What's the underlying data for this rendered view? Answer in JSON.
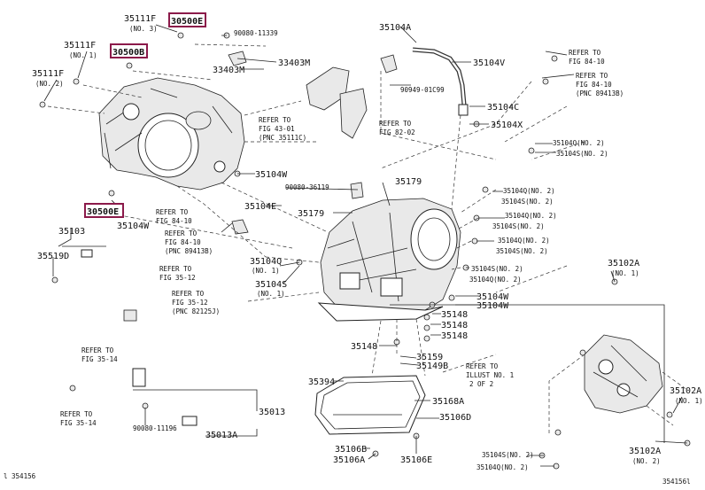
{
  "highlighted": [
    "30500E",
    "30500B",
    "30500E"
  ],
  "labels": {
    "p35111F_a": "35111F",
    "p35111F_a_n": "(NO. 3)",
    "p35111F_b": "35111F",
    "p35111F_b_n": "(NO. 1)",
    "p35111F_c": "35111F",
    "p35111F_c_n": "(NO. 2)",
    "p90080_11339": "90080-11339",
    "p33403M_a": "33403M",
    "p33403M_b": "33403M",
    "p35104A": "35104A",
    "p35104V": "35104V",
    "p90949": "90949-01C99",
    "p35104C": "35104C",
    "p35104X": "35104X",
    "ref84_10_a1": "REFER TO",
    "ref84_10_a2": "FIG 84-10",
    "ref84_10_b1": "REFER TO",
    "ref84_10_b2": "FIG 84-10",
    "ref84_10_b3": "(PNC 89413B)",
    "ref43_1": "REFER TO",
    "ref43_2": "FIG 43-01",
    "ref43_3": "(PNC 35111C)",
    "ref82_1": "REFER TO",
    "ref82_2": "FIG 82-02",
    "p35104Q_2": "35104Q(NO. 2)",
    "p35104S_2": "35104S(NO. 2)",
    "p35104W_a": "35104W",
    "p90080_36119": "90080-36119",
    "p35104E": "35104E",
    "p35179_a": "35179",
    "p35179_b": "35179",
    "r1": "35104Q(NO. 2)",
    "r2": "35104S(NO. 2)",
    "r3": "35104Q(NO. 2)",
    "r4": "35104S(NO. 2)",
    "r5": "35104Q(NO. 2)",
    "r6": "35104S(NO. 2)",
    "r7": "35104S(NO. 2)",
    "r8": "35104Q(NO. 2)",
    "p35104W_b": "35104W",
    "p35104W_c": "35104W",
    "p35104W_d": "35104W",
    "refA1": "REFER TO",
    "refA2": "FIG 84-10",
    "refB1": "REFER TO",
    "refB2": "FIG 84-10",
    "refB3": "(PNC 89413B)",
    "p35103": "35103",
    "p35519D": "35519D",
    "refC1": "REFER TO",
    "refC2": "FIG 35-12",
    "refD1": "REFER TO",
    "refD2": "FIG 35-12",
    "refD3": "(PNC 82125J)",
    "p35104Q_1": "35104Q",
    "p35104Q_1n": "(NO. 1)",
    "p35104S_1": "35104S",
    "p35104S_1n": "(NO. 1)",
    "p35148_a": "35148",
    "p35148_b": "35148",
    "p35148_c": "35148",
    "p35148_d": "35148",
    "p35159": "35159",
    "p35149B": "35149B",
    "refE1": "REFER TO",
    "refE2": "ILLUST NO. 1",
    "refE3": "2 OF 2",
    "refF1": "REFER TO",
    "refF2": "FIG 35-14",
    "refG1": "REFER TO",
    "refG2": "FIG 35-14",
    "p90080_11196": "90080-11196",
    "p35013": "35013",
    "p35013A": "35013A",
    "p35394": "35394",
    "p35168A": "35168A",
    "p35106D": "35106D",
    "p35106B": "35106B",
    "p35106A": "35106A",
    "p35106E": "35106E",
    "p35102A_a": "35102A",
    "p35102A_an": "(NO. 1)",
    "p35102A_b": "35102A",
    "p35102A_bn": "(NO. 1)",
    "p35102A_c": "35102A",
    "p35102A_cn": "(NO. 2)",
    "p35104S_bot": "35104S(NO. 2)",
    "p35104Q_bot": "35104Q(NO. 2)",
    "foot_left": "l  354156",
    "foot_right": "354156l"
  }
}
